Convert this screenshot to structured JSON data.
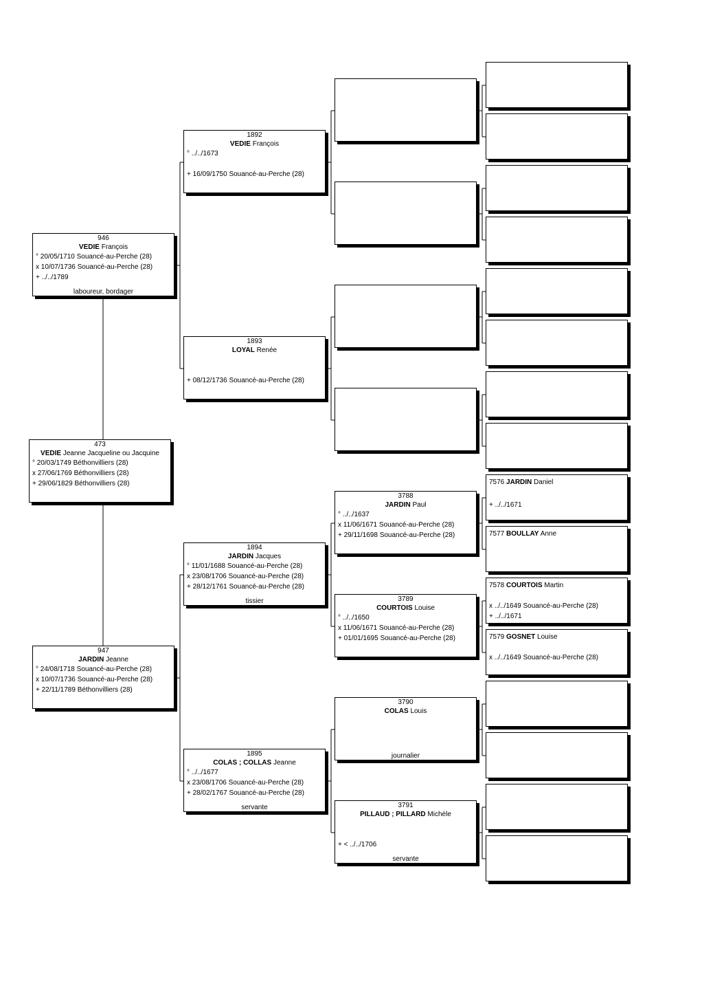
{
  "persons": {
    "p473": {
      "num": "473",
      "surname": "VEDIE",
      "given": "Jeanne Jacqueline ou Jacquine",
      "birth": "° 20/03/1749 Béthonvilliers (28)",
      "marriage": "x 27/06/1769 Béthonvilliers (28)",
      "death": "+ 29/06/1829 Béthonvilliers (28)"
    },
    "p946": {
      "num": "946",
      "surname": "VEDIE",
      "given": "François",
      "birth": "° 20/05/1710 Souancé-au-Perche (28)",
      "marriage": "x 10/07/1736 Souancé-au-Perche (28)",
      "death": "+ ../../1789",
      "occupation": "laboureur, bordager"
    },
    "p947": {
      "num": "947",
      "surname": "JARDIN",
      "given": "Jeanne",
      "birth": "° 24/08/1718 Souancé-au-Perche (28)",
      "marriage": "x 10/07/1736 Souancé-au-Perche (28)",
      "death": "+ 22/11/1789 Béthonvilliers (28)"
    },
    "p1892": {
      "num": "1892",
      "surname": "VEDIE",
      "given": "François",
      "birth": "° ../../1673",
      "death": "+ 16/09/1750 Souancé-au-Perche (28)"
    },
    "p1893": {
      "num": "1893",
      "surname": "LOYAL",
      "given": "Renée",
      "death": "+ 08/12/1736 Souancé-au-Perche (28)"
    },
    "p1894": {
      "num": "1894",
      "surname": "JARDIN",
      "given": "Jacques",
      "birth": "° 11/01/1688 Souancé-au-Perche (28)",
      "marriage": "x 23/08/1706 Souancé-au-Perche (28)",
      "death": "+ 28/12/1761 Souancé-au-Perche (28)",
      "occupation": "tissier"
    },
    "p1895": {
      "num": "1895",
      "surname": "COLAS ; COLLAS",
      "given": "Jeanne",
      "birth": "° ../../1677",
      "marriage": "x 23/08/1706 Souancé-au-Perche (28)",
      "death": "+ 28/02/1767 Souancé-au-Perche (28)",
      "occupation": "servante"
    },
    "p3788": {
      "num": "3788",
      "surname": "JARDIN",
      "given": "Paul",
      "birth": "° ../../1637",
      "marriage": "x 11/06/1671 Souancé-au-Perche (28)",
      "death": "+ 29/11/1698 Souancé-au-Perche (28)"
    },
    "p3789": {
      "num": "3789",
      "surname": "COURTOIS",
      "given": "Louise",
      "birth": "° ../../1650",
      "marriage": "x 11/06/1671 Souancé-au-Perche (28)",
      "death": "+ 01/01/1695 Souancé-au-Perche (28)"
    },
    "p3790": {
      "num": "3790",
      "surname": "COLAS",
      "given": "Louis",
      "occupation": "journalier"
    },
    "p3791": {
      "num": "3791",
      "surname": "PILLAUD ; PILLARD",
      "given": "Michèle",
      "death": "+ < ../../1706",
      "occupation": "servante"
    },
    "p7576": {
      "num": "7576",
      "surname": "JARDIN",
      "given": "Daniel",
      "death": "+ ../../1671"
    },
    "p7577": {
      "num": "7577",
      "surname": "BOULLAY",
      "given": "Anne"
    },
    "p7578": {
      "num": "7578",
      "surname": "COURTOIS",
      "given": "Martin",
      "marriage": "x ../../1649 Souancé-au-Perche (28)",
      "death": "+ ../../1671"
    },
    "p7579": {
      "num": "7579",
      "surname": "GOSNET",
      "given": "Louise",
      "marriage": "x ../../1649 Souancé-au-Perche (28)"
    }
  }
}
